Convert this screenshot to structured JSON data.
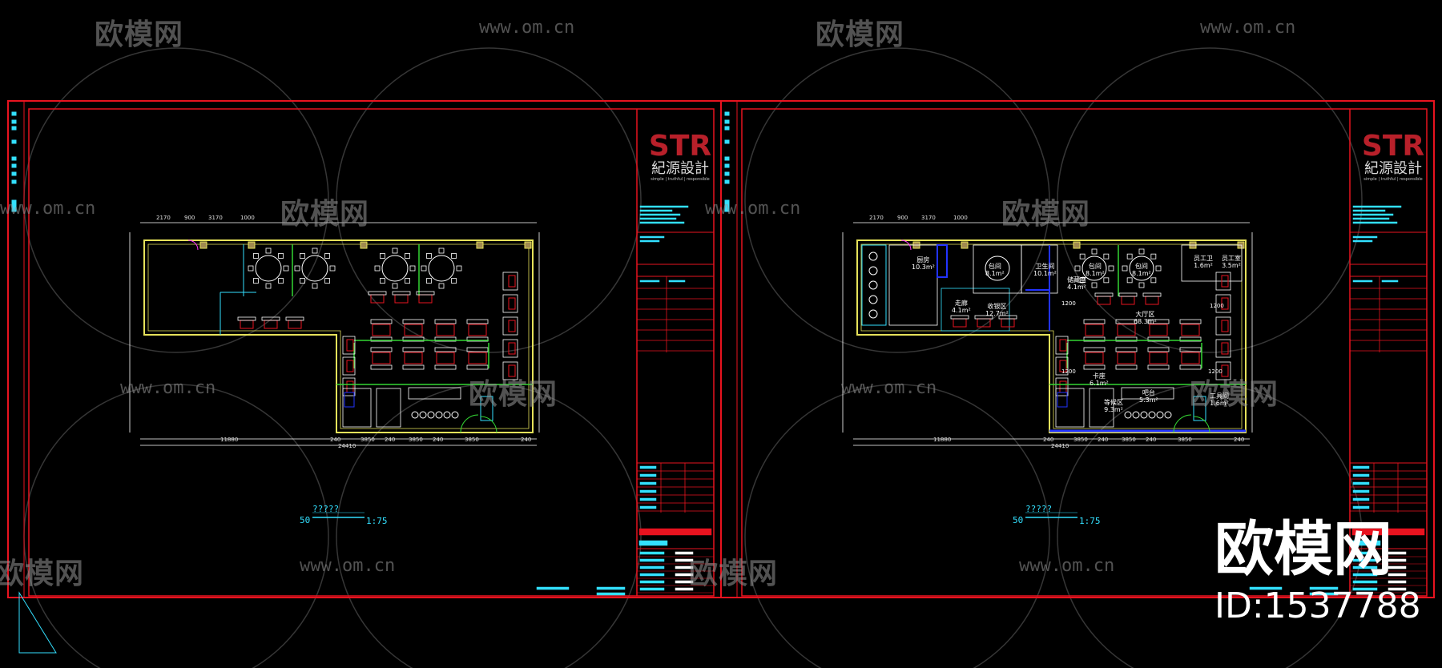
{
  "watermark": {
    "brand": "欧模网",
    "url": "www.om.cn",
    "id_text": "ID:1537788"
  },
  "sheets": [
    {
      "logo_main": "STR",
      "logo_sub": "紀源設計",
      "logo_tagline": "simple | truthful | responsible",
      "scale_title": "?????",
      "scale_num": "50",
      "scale_ratio": "1:75",
      "dim_top": [
        "2170",
        "900",
        "3170",
        "1000"
      ],
      "dim_bottom": [
        "11880",
        "240",
        "3850",
        "240",
        "3850",
        "240",
        "3850",
        "240"
      ],
      "total": "24410"
    },
    {
      "logo_main": "STR",
      "logo_sub": "紀源設計",
      "logo_tagline": "simple | truthful | responsible",
      "scale_title": "?????",
      "scale_num": "50",
      "scale_ratio": "1:75",
      "dim_top": [
        "2170",
        "900",
        "3170",
        "1000"
      ],
      "dim_bottom": [
        "11880",
        "240",
        "3850",
        "240",
        "3850",
        "240",
        "3850",
        "240"
      ],
      "total": "24410",
      "rooms": [
        {
          "name": "厨房",
          "area": "10.3m²"
        },
        {
          "name": "包间",
          "area": "8.1m²"
        },
        {
          "name": "卫生间",
          "area": "10.1m²"
        },
        {
          "name": "走廊",
          "area": "4.1m²"
        },
        {
          "name": "收银区",
          "area": "12.7m²"
        },
        {
          "name": "储藏室",
          "area": "4.1m²"
        },
        {
          "name": "包间",
          "area": "8.1m²"
        },
        {
          "name": "包间",
          "area": "8.1m²"
        },
        {
          "name": "员工卫",
          "area": "1.6m²"
        },
        {
          "name": "员工室",
          "area": "3.5m²"
        },
        {
          "name": "大厅区",
          "area": "68.3m²"
        },
        {
          "name": "卡座",
          "area": "6.1m²"
        },
        {
          "name": "等候区",
          "area": "9.3m²"
        },
        {
          "name": "吧台",
          "area": "5.3m²"
        },
        {
          "name": "工具间",
          "area": "1.6m²"
        }
      ],
      "dim_inner": [
        "1200",
        "1200",
        "1200",
        "1200"
      ]
    }
  ]
}
